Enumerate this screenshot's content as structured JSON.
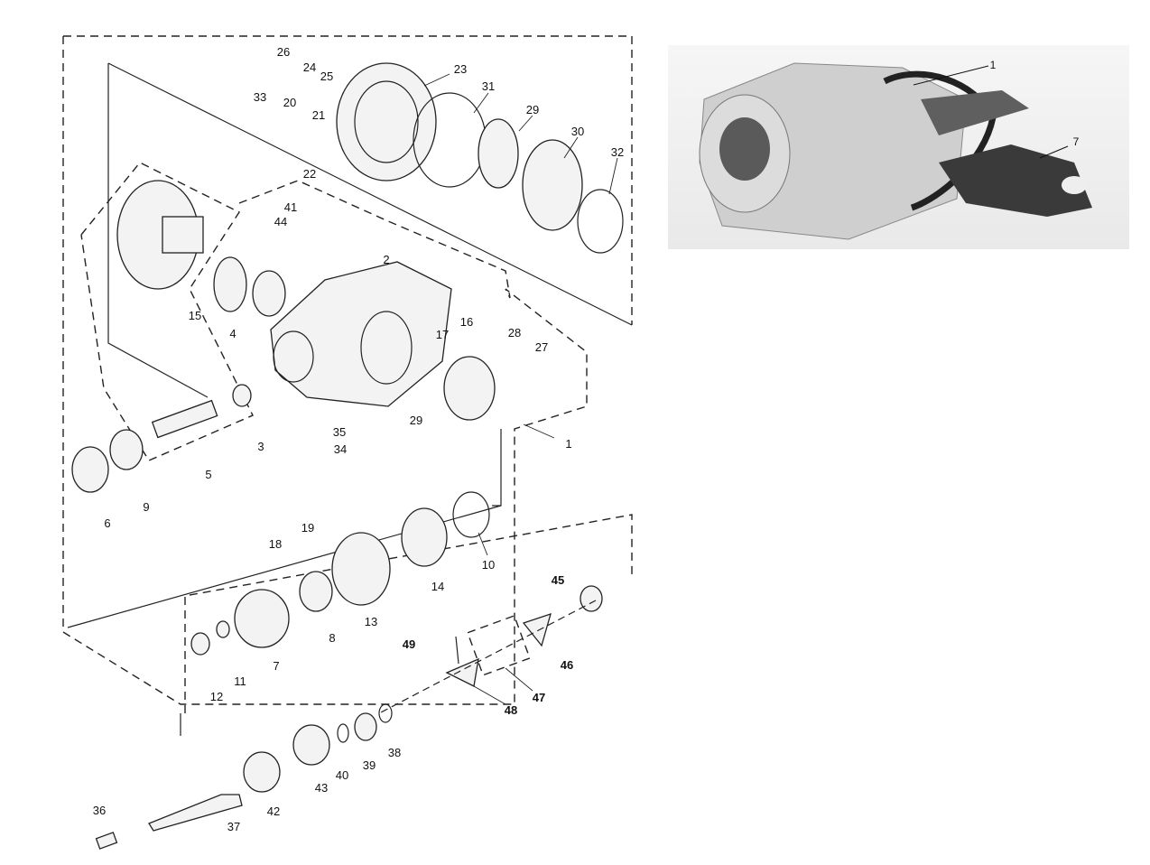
{
  "diagram": {
    "callouts": [
      "26",
      "24",
      "25",
      "23",
      "33",
      "20",
      "21",
      "31",
      "29",
      "30",
      "32",
      "22",
      "41",
      "44",
      "2",
      "15",
      "4",
      "16",
      "17",
      "28",
      "27",
      "3",
      "35",
      "34",
      "29",
      "1",
      "5",
      "6",
      "9",
      "19",
      "18",
      "10",
      "14",
      "13",
      "8",
      "45",
      "7",
      "11",
      "12",
      "49",
      "46",
      "47",
      "48",
      "38",
      "39",
      "40",
      "43",
      "42",
      "36",
      "37"
    ]
  },
  "photo": {
    "callouts": [
      "1",
      "7"
    ]
  }
}
